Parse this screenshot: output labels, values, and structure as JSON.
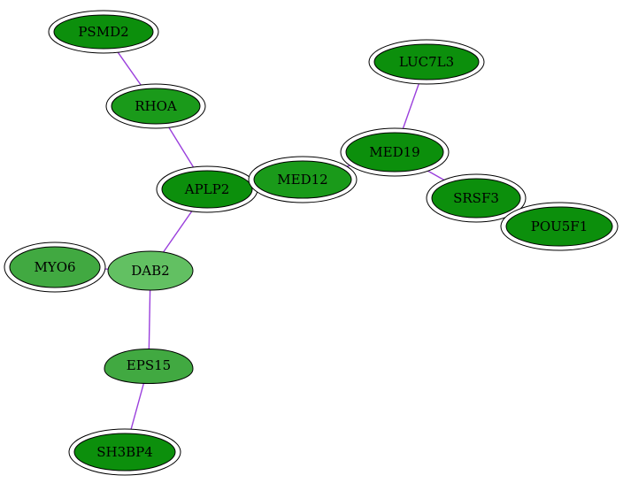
{
  "colors": {
    "edge": "#9a3fdc",
    "dark_green": "#0c8f0c",
    "mid_green": "#1a9a1a",
    "light_green": "#41a941",
    "center_green": "#62c062"
  },
  "nodes": [
    {
      "id": "PSMD2",
      "label": "PSMD2",
      "fill": "#0c8f0c",
      "double": true
    },
    {
      "id": "RHOA",
      "label": "RHOA",
      "fill": "#1a9a1a",
      "double": true
    },
    {
      "id": "APLP2",
      "label": "APLP2",
      "fill": "#0c8f0c",
      "double": true
    },
    {
      "id": "MED12",
      "label": "MED12",
      "fill": "#1a9a1a",
      "double": true
    },
    {
      "id": "MED19",
      "label": "MED19",
      "fill": "#0c8f0c",
      "double": true
    },
    {
      "id": "LUC7L3",
      "label": "LUC7L3",
      "fill": "#0c8f0c",
      "double": true
    },
    {
      "id": "SRSF3",
      "label": "SRSF3",
      "fill": "#0c8f0c",
      "double": true
    },
    {
      "id": "POU5F1",
      "label": "POU5F1",
      "fill": "#0c8f0c",
      "double": true
    },
    {
      "id": "MYO6",
      "label": "MYO6",
      "fill": "#41a941",
      "double": true
    },
    {
      "id": "DAB2",
      "label": "DAB2",
      "fill": "#62c062",
      "double": false,
      "bold": true
    },
    {
      "id": "EPS15",
      "label": "EPS15",
      "fill": "#41a941",
      "double": false,
      "shape": "egg"
    },
    {
      "id": "SH3BP4",
      "label": "SH3BP4",
      "fill": "#0c8f0c",
      "double": true
    }
  ],
  "edges": [
    {
      "from": "PSMD2",
      "to": "RHOA"
    },
    {
      "from": "RHOA",
      "to": "APLP2"
    },
    {
      "from": "APLP2",
      "to": "DAB2"
    },
    {
      "from": "APLP2",
      "to": "MED12"
    },
    {
      "from": "MED12",
      "to": "MED19"
    },
    {
      "from": "MED19",
      "to": "LUC7L3"
    },
    {
      "from": "MED19",
      "to": "SRSF3"
    },
    {
      "from": "MYO6",
      "to": "DAB2"
    },
    {
      "from": "DAB2",
      "to": "EPS15"
    },
    {
      "from": "EPS15",
      "to": "SH3BP4"
    }
  ]
}
